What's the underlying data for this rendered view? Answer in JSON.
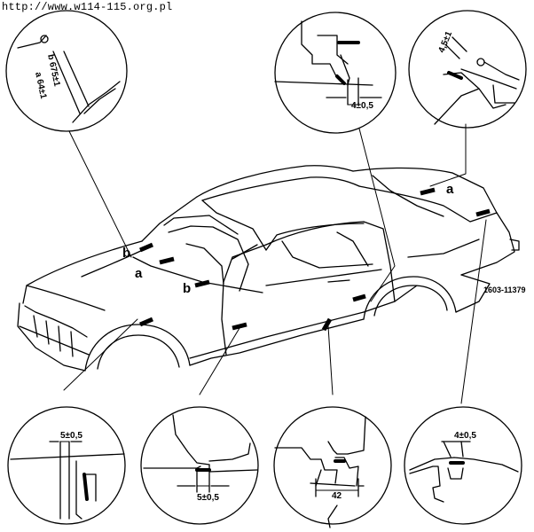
{
  "header": {
    "url": "http://www.w114-115.org.pl"
  },
  "diagram": {
    "reference_code": "1603-11379",
    "labels": {
      "a_hood": "a",
      "b_hood_top": "b",
      "b_hood_bottom": "b",
      "a_trunk": "a"
    },
    "details": {
      "top_left": {
        "dim1": "b 675±1",
        "dim2": "a 64±1"
      },
      "top_center": {
        "dim": "4±0,5"
      },
      "top_right": {
        "dim": "4,5±1"
      },
      "bottom_1": {
        "dim": "5±0,5"
      },
      "bottom_2": {
        "dim": "5±0,5"
      },
      "bottom_3": {
        "dim": "42"
      },
      "bottom_4": {
        "dim": "4±0,5"
      }
    }
  }
}
